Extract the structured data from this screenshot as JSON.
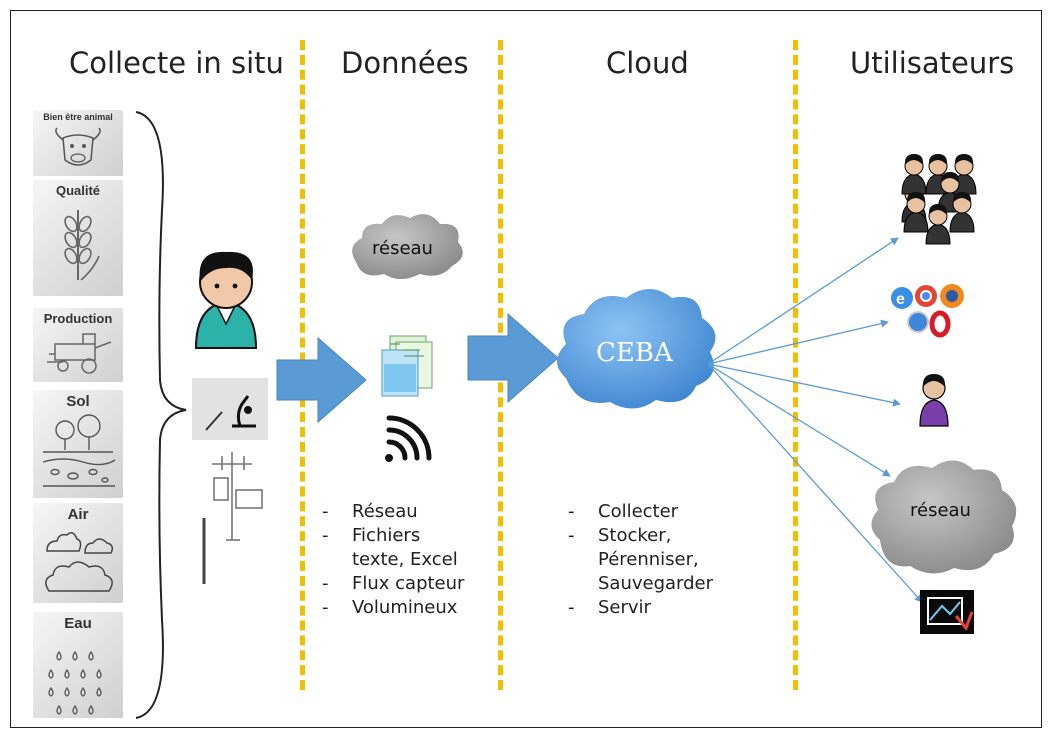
{
  "columns": {
    "collecte": "Collecte in situ",
    "donnees": "Données",
    "cloud": "Cloud",
    "utilisateurs": "Utilisateurs"
  },
  "tiles": {
    "bien_etre": "Bien être animal",
    "qualite": "Qualité",
    "production": "Production",
    "sol": "Sol",
    "air": "Air",
    "eau": "Eau"
  },
  "reseau_data": "réseau",
  "reseau_user": "réseau",
  "ceba": "CEBA",
  "donnees_list": [
    "Réseau",
    "Fichiers",
    "texte, Excel",
    "Flux capteur",
    "Volumineux"
  ],
  "cloud_list": [
    "Collecter",
    "Stocker,",
    "Pérenniser,",
    "Sauvegarder",
    "Servir"
  ],
  "colors": {
    "arrow": "#5b9bd5",
    "divider": "#f0c000",
    "cloud_blue": "#5a9fe0",
    "cloud_grey": "#9a9a9a"
  }
}
